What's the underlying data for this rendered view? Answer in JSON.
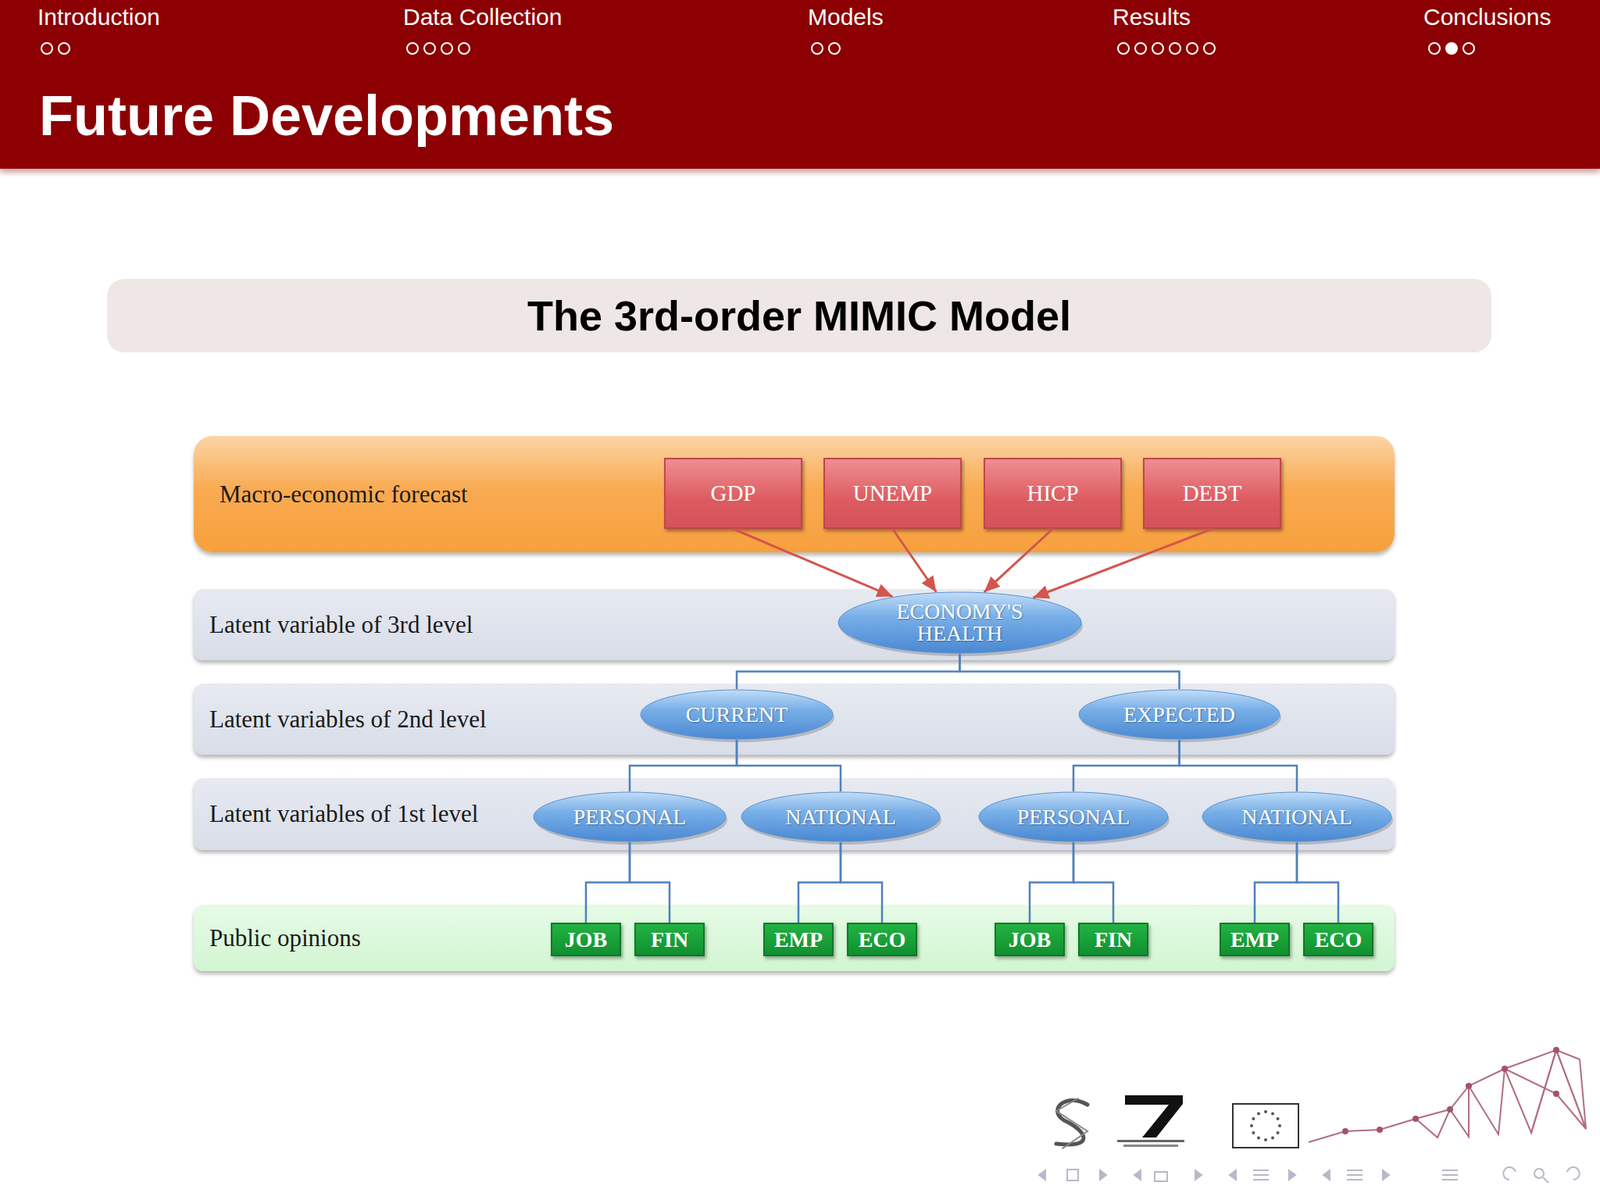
{
  "diagram": {
    "title": "Future Developments",
    "nodes": [
      {
        "text": [
          "The 3rd-order MIMIC Model"
        ]
      },
      {
        "text": [
          "Macro-economic forecast"
        ]
      },
      {
        "text": [
          "GDP"
        ],
        "in": 1
      },
      {
        "text": [
          "UNEMP"
        ],
        "in": 1
      },
      {
        "text": [
          "HICP"
        ],
        "in": 1
      },
      {
        "text": [
          "DEBT"
        ],
        "in": 1
      },
      {
        "text": [
          "Latent variable of 3rd level"
        ]
      },
      {
        "text": [
          "ECONOMY'S HEALTH"
        ],
        "in": 6
      },
      {
        "text": [
          "Latent variables of 2nd level"
        ]
      },
      {
        "text": [
          "CURRENT"
        ],
        "in": 8
      },
      {
        "text": [
          "EXPECTED"
        ],
        "in": 8
      },
      {
        "text": [
          "Latent variables of 1st level"
        ]
      },
      {
        "text": [
          "PERSONAL"
        ],
        "in": 11
      },
      {
        "text": [
          "NATIONAL"
        ],
        "in": 11
      },
      {
        "text": [
          "PERSONAL"
        ],
        "in": 11
      },
      {
        "text": [
          "NATIONAL"
        ],
        "in": 11
      },
      {
        "text": [
          "Public opinions"
        ]
      },
      {
        "text": [
          "JOB"
        ],
        "in": 16
      },
      {
        "text": [
          "FIN"
        ],
        "in": 16
      },
      {
        "text": [
          "EMP"
        ],
        "in": 16
      },
      {
        "text": [
          "ECO"
        ],
        "in": 16
      },
      {
        "text": [
          "JOB"
        ],
        "in": 16
      },
      {
        "text": [
          "FIN"
        ],
        "in": 16
      },
      {
        "text": [
          "EMP"
        ],
        "in": 16
      },
      {
        "text": [
          "ECO"
        ],
        "in": 16
      }
    ],
    "edges": [
      {
        "from": 2,
        "to": 7,
        "arrow": "to"
      },
      {
        "from": 3,
        "to": 7,
        "arrow": "to"
      },
      {
        "from": 4,
        "to": 7,
        "arrow": "to"
      },
      {
        "from": 5,
        "to": 7,
        "arrow": "to"
      },
      {
        "from": 7,
        "to": 9,
        "arrow": "none"
      },
      {
        "from": 7,
        "to": 10,
        "arrow": "none"
      },
      {
        "from": 9,
        "to": 12,
        "arrow": "none"
      },
      {
        "from": 9,
        "to": 13,
        "arrow": "none"
      },
      {
        "from": 10,
        "to": 14,
        "arrow": "none"
      },
      {
        "from": 10,
        "to": 15,
        "arrow": "none"
      },
      {
        "from": 12,
        "to": 17,
        "arrow": "none"
      },
      {
        "from": 12,
        "to": 18,
        "arrow": "none"
      },
      {
        "from": 13,
        "to": 19,
        "arrow": "none"
      },
      {
        "from": 13,
        "to": 20,
        "arrow": "none"
      },
      {
        "from": 14,
        "to": 21,
        "arrow": "none"
      },
      {
        "from": 14,
        "to": 22,
        "arrow": "none"
      },
      {
        "from": 15,
        "to": 23,
        "arrow": "none"
      },
      {
        "from": 15,
        "to": 24,
        "arrow": "none"
      }
    ],
    "labels": [
      "Introduction",
      "Data Collection",
      "Models",
      "Results",
      "Conclusions"
    ]
  }
}
